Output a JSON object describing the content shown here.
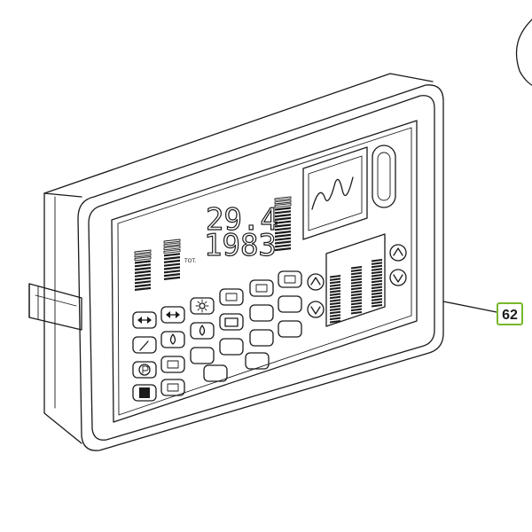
{
  "display": {
    "reading_top": "29.4",
    "reading_bottom": "1983",
    "total_label": "TOT."
  },
  "callout": {
    "label": "62"
  },
  "icons": [
    "left-right-arrows-icon",
    "split-arrows-icon",
    "sun-icon",
    "ramp-gauge-icon",
    "headlight-icon",
    "beam-icon",
    "wrench-icon",
    "fuel-drop-icon",
    "oil-icon",
    "battery-icon",
    "parking-icon",
    "fluid-icon",
    "hatch-icon",
    "tank-icon"
  ],
  "colors": {
    "line": "#1a1a1a",
    "callout_border": "#76b82a"
  }
}
